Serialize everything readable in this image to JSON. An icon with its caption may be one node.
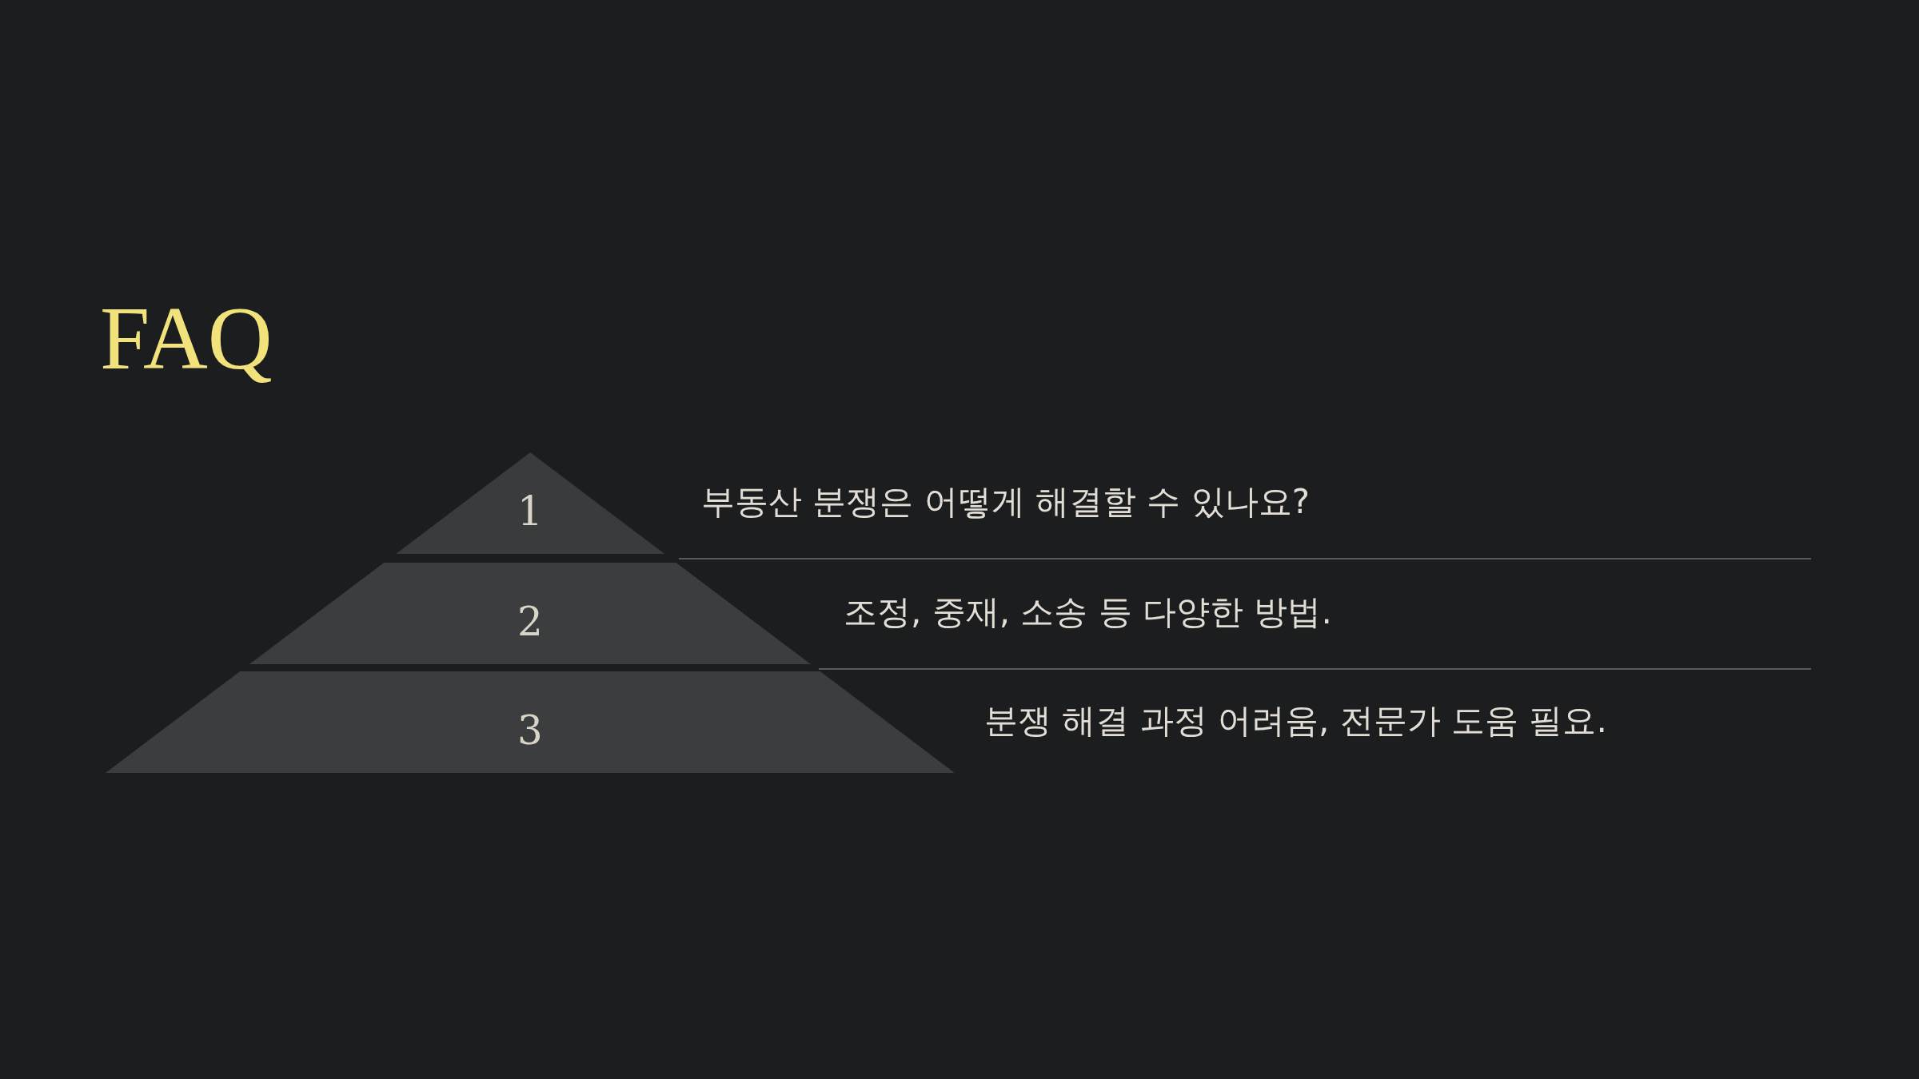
{
  "diagram": {
    "title": "FAQ",
    "nodes": [
      {
        "text": [
          "1"
        ],
        "beside": [
          "부동산 분쟁은 어떻게 해결할 수 있나요?"
        ]
      },
      {
        "text": [
          "2"
        ],
        "beside": [
          "조정, 중재, 소송 등 다양한 방법."
        ]
      },
      {
        "text": [
          "3"
        ],
        "beside": [
          "분쟁 해결 과정 어려움, 전문가 도움 필요."
        ]
      }
    ]
  }
}
